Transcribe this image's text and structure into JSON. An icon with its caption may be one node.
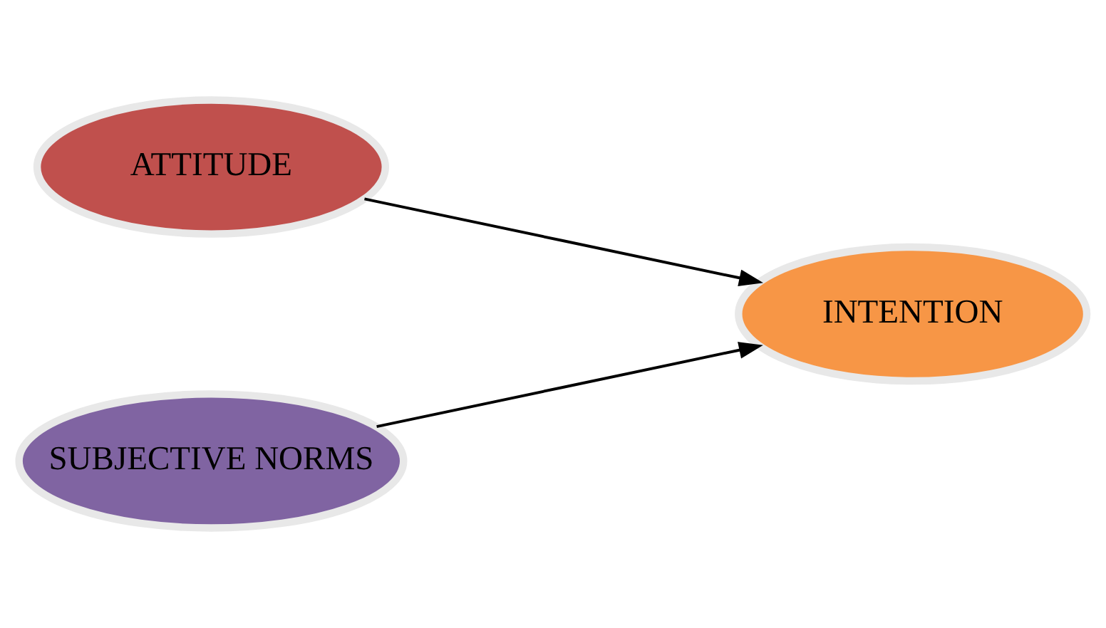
{
  "diagram": {
    "nodes": [
      {
        "text": [
          "ATTITUDE"
        ]
      },
      {
        "text": [
          "INTENTION"
        ]
      },
      {
        "text": [
          "SUBJECTIVE NORMS"
        ]
      }
    ],
    "edges": [
      {
        "from": 0,
        "to": 1,
        "arrow": "to"
      },
      {
        "from": 2,
        "to": 1,
        "arrow": "to"
      }
    ]
  }
}
